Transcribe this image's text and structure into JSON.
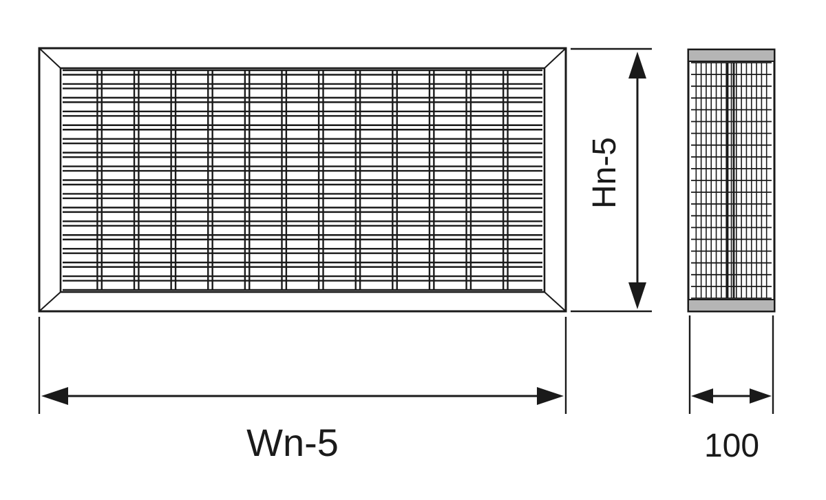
{
  "diagram": {
    "labels": {
      "height": "Hn-5",
      "width": "Wn-5",
      "depth": "100"
    },
    "front_view": {
      "slat_rows": 16,
      "mullion_columns": 12
    },
    "side_view": {
      "rows": 20,
      "columns": 15
    },
    "colors": {
      "line": "#1a1a1a",
      "cap_fill": "#b5b5b5",
      "background": "#ffffff"
    }
  }
}
